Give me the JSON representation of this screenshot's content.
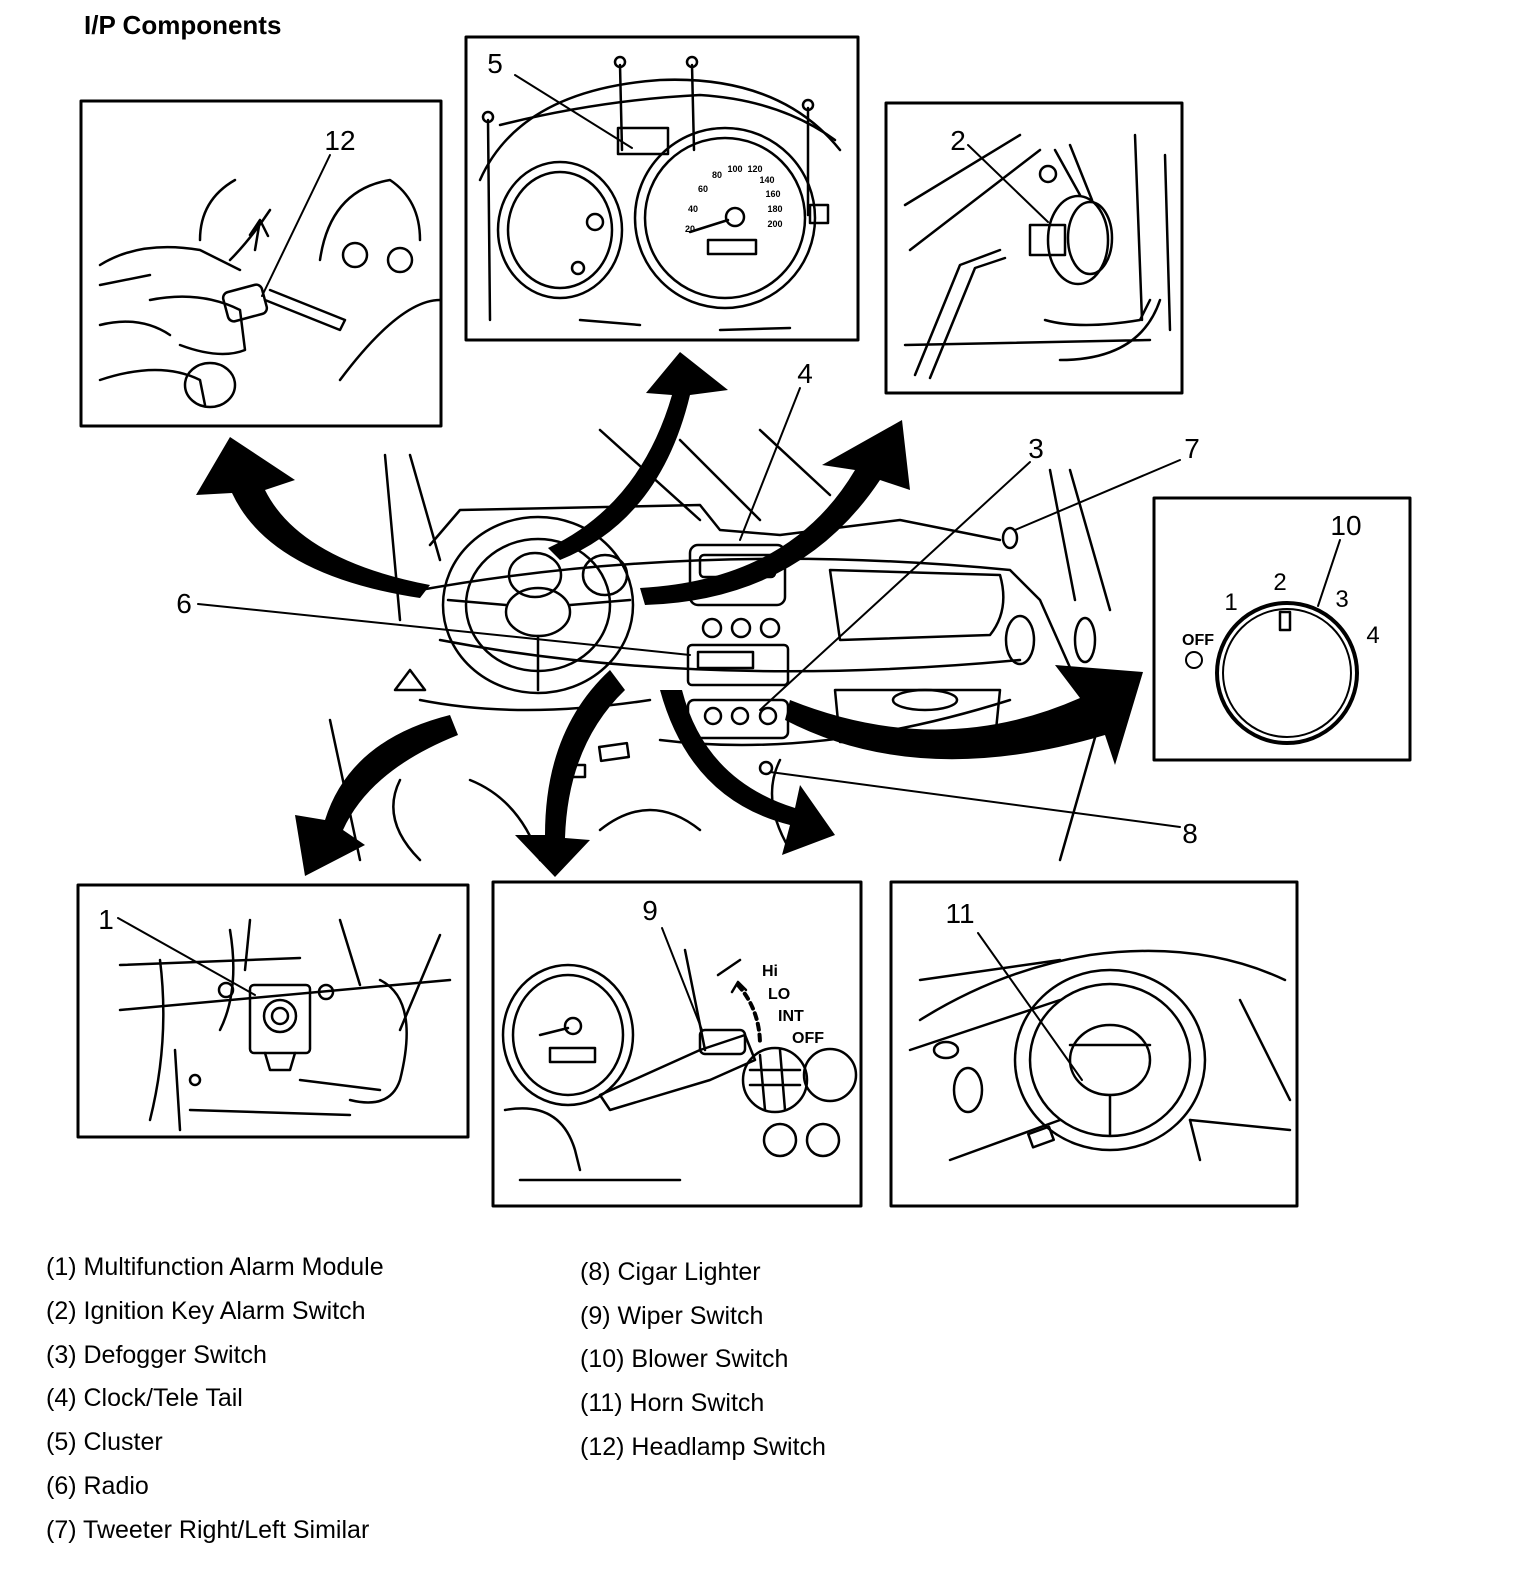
{
  "title": "I/P Components",
  "callouts": [
    "1",
    "2",
    "3",
    "4",
    "5",
    "6",
    "7",
    "8",
    "9",
    "10",
    "11",
    "12"
  ],
  "blower_labels": [
    "OFF",
    "1",
    "2",
    "3",
    "4"
  ],
  "wiper_labels": [
    "Hi",
    "LO",
    "INT",
    "OFF"
  ],
  "gauge_labels": [
    "20",
    "40",
    "60",
    "80",
    "100",
    "120",
    "140",
    "160",
    "180",
    "200"
  ],
  "legend": [
    "(1) Multifunction Alarm Module",
    "(2) Ignition Key Alarm Switch",
    "(3) Defogger Switch",
    "(4) Clock/Tele Tail",
    "(5) Cluster",
    "(6) Radio",
    "(7) Tweeter Right/Left Similar",
    "(8) Cigar Lighter",
    "(9) Wiper Switch",
    "(10) Blower Switch",
    "(11) Horn Switch",
    "(12) Headlamp Switch"
  ]
}
